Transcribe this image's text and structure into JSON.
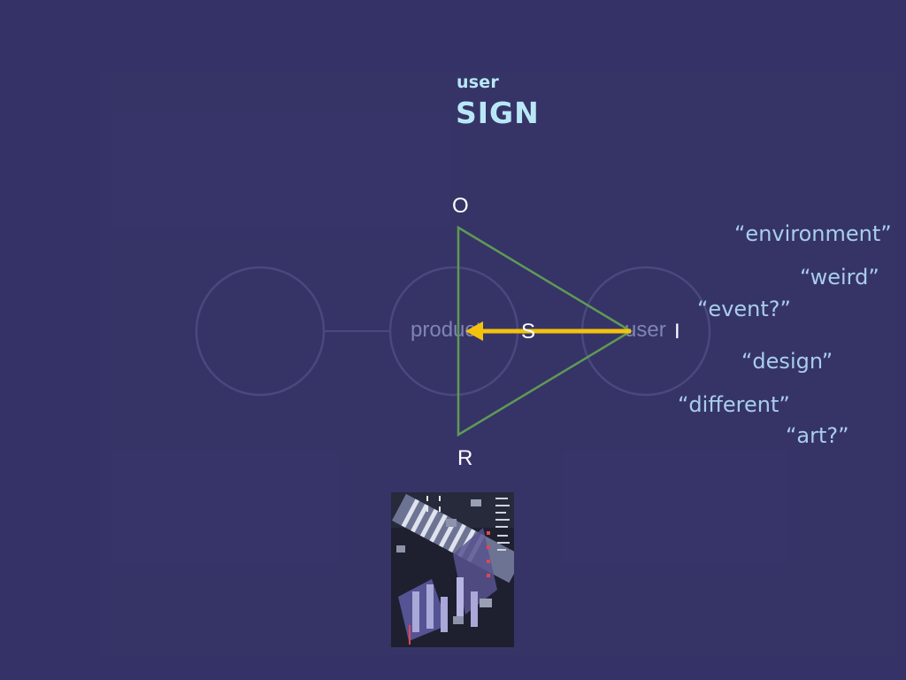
{
  "heading": {
    "small": "user",
    "big": "SIGN"
  },
  "triangle": {
    "vertex_top": "O",
    "vertex_bottom": "R",
    "vertex_right": "I",
    "center": "S"
  },
  "background_nodes": {
    "left_label": "product",
    "right_label": "user"
  },
  "quotes": [
    "“environment”",
    "“weird”",
    "“event?”",
    "“design”",
    "“different”",
    "“art?”"
  ],
  "colors": {
    "background": "#343266",
    "heading": "#b8e8f6",
    "triangle": "#5f9a55",
    "arrow": "#f4c20d",
    "faint_circle": "#4a487c",
    "faint_label": "#7f84b5",
    "quote": "#a9cdec"
  },
  "poster": {
    "kind": "printed poster thumbnail"
  }
}
